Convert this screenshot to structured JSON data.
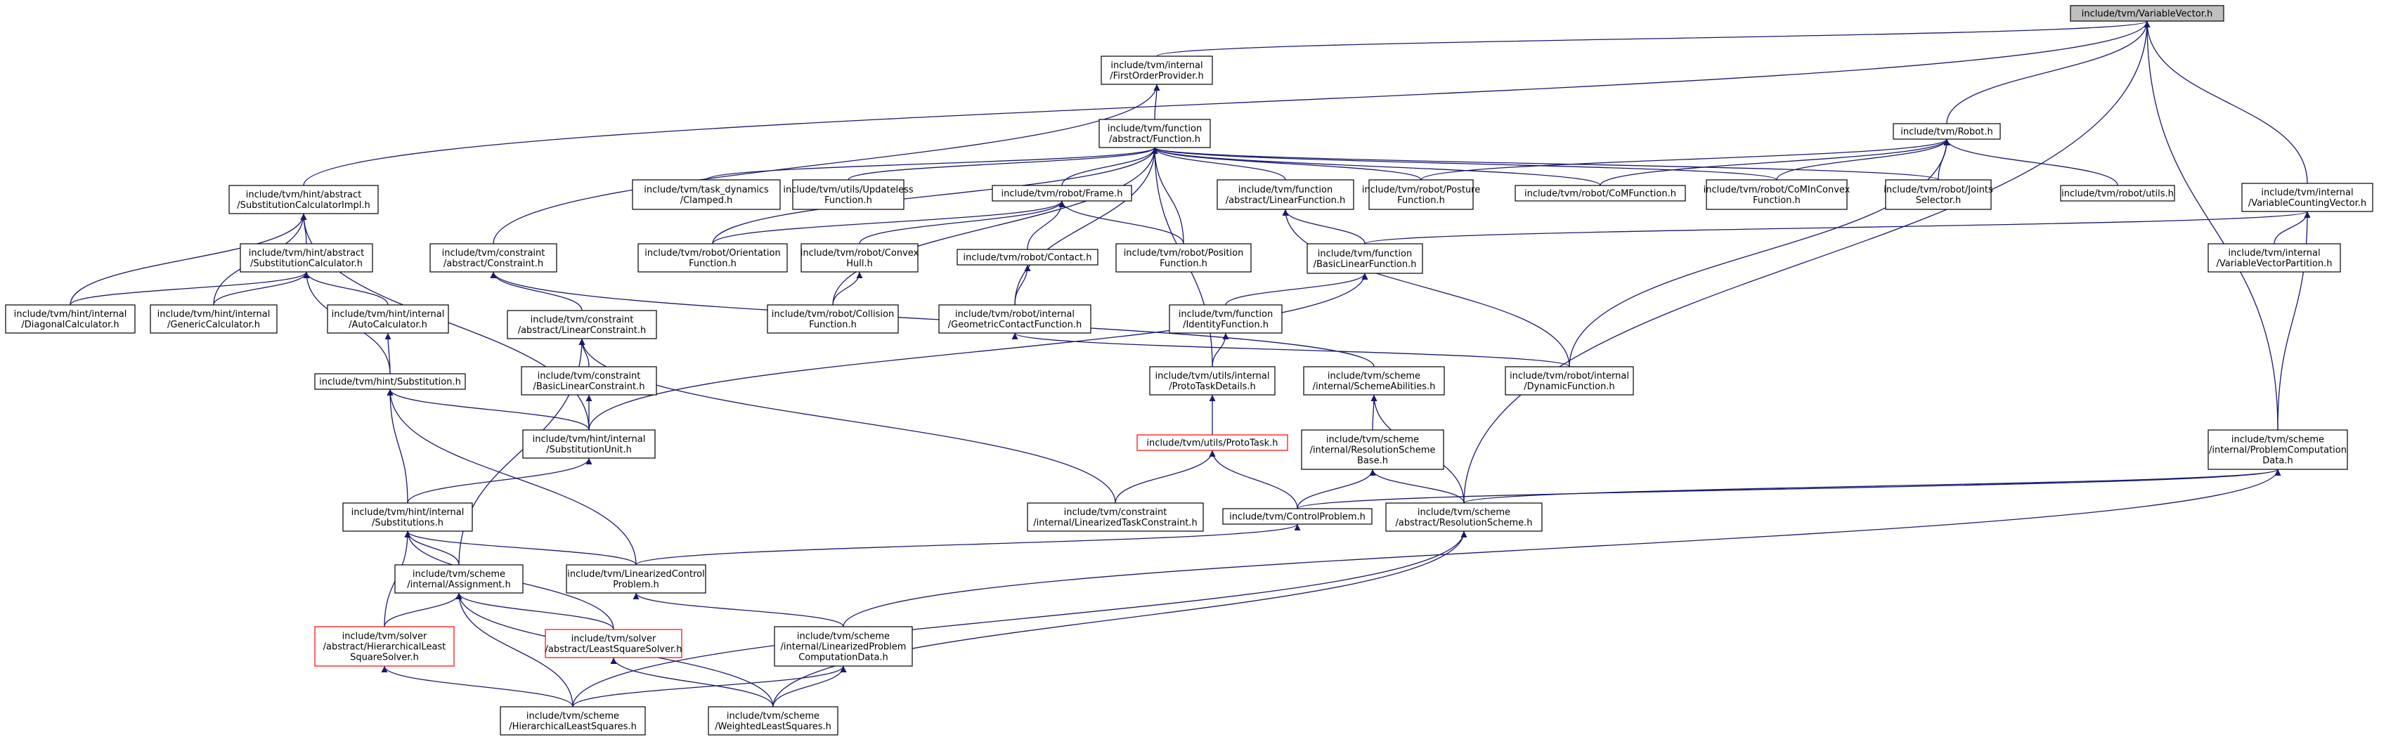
{
  "graph": {
    "title": "include/tvm/VariableVector.h",
    "colors": {
      "edge": "#191970",
      "root_fill": "#bfbfbf",
      "box_border": "#000000",
      "incomplete_border": "#ff0000"
    },
    "nodes": [
      {
        "id": "root",
        "lines": [
          "include/tvm/VariableVector.h"
        ]
      },
      {
        "id": "fop",
        "lines": [
          "include/tvm/internal",
          "/FirstOrderProvider.h"
        ]
      },
      {
        "id": "function",
        "lines": [
          "include/tvm/function",
          "/abstract/Function.h"
        ]
      },
      {
        "id": "robot",
        "lines": [
          "include/tvm/Robot.h"
        ]
      },
      {
        "id": "hintsubimpl",
        "lines": [
          "include/tvm/hint/abstract",
          "/SubstitutionCalculatorImpl.h"
        ]
      },
      {
        "id": "taskdyn",
        "lines": [
          "include/tvm/task_dynamics",
          "/Clamped.h"
        ]
      },
      {
        "id": "updateless",
        "lines": [
          "include/tvm/utils/Updateless",
          "Function.h"
        ]
      },
      {
        "id": "frame",
        "lines": [
          "include/tvm/robot/Frame.h"
        ]
      },
      {
        "id": "linearfunc",
        "lines": [
          "include/tvm/function",
          "/abstract/LinearFunction.h"
        ]
      },
      {
        "id": "posture",
        "lines": [
          "include/tvm/robot/Posture",
          "Function.h"
        ]
      },
      {
        "id": "com",
        "lines": [
          "include/tvm/robot/CoMFunction.h"
        ]
      },
      {
        "id": "comconvex",
        "lines": [
          "include/tvm/robot/CoMInConvex",
          "Function.h"
        ]
      },
      {
        "id": "joints",
        "lines": [
          "include/tvm/robot/Joints",
          "Selector.h"
        ]
      },
      {
        "id": "robotutils",
        "lines": [
          "include/tvm/robot/utils.h"
        ]
      },
      {
        "id": "varcount",
        "lines": [
          "include/tvm/internal",
          "/VariableCountingVector.h"
        ]
      },
      {
        "id": "subcalc",
        "lines": [
          "include/tvm/hint/abstract",
          "/SubstitutionCalculator.h"
        ]
      },
      {
        "id": "constraint",
        "lines": [
          "include/tvm/constraint",
          "/abstract/Constraint.h"
        ]
      },
      {
        "id": "orientation",
        "lines": [
          "include/tvm/robot/Orientation",
          "Function.h"
        ]
      },
      {
        "id": "convexhull",
        "lines": [
          "include/tvm/robot/Convex",
          "Hull.h"
        ]
      },
      {
        "id": "position",
        "lines": [
          "include/tvm/robot/Position",
          "Function.h"
        ]
      },
      {
        "id": "basiclinfunc",
        "lines": [
          "include/tvm/function",
          "/BasicLinearFunction.h"
        ]
      },
      {
        "id": "varpartition",
        "lines": [
          "include/tvm/internal",
          "/VariableVectorPartition.h"
        ]
      },
      {
        "id": "contact",
        "lines": [
          "include/tvm/robot/Contact.h"
        ]
      },
      {
        "id": "diagcalc",
        "lines": [
          "include/tvm/hint/internal",
          "/DiagonalCalculator.h"
        ]
      },
      {
        "id": "gencalc",
        "lines": [
          "include/tvm/hint/internal",
          "/GenericCalculator.h"
        ]
      },
      {
        "id": "autocalc",
        "lines": [
          "include/tvm/hint/internal",
          "/AutoCalculator.h"
        ]
      },
      {
        "id": "collision",
        "lines": [
          "include/tvm/robot/Collision",
          "Function.h"
        ]
      },
      {
        "id": "geomcontact",
        "lines": [
          "include/tvm/robot/internal",
          "/GeometricContactFunction.h"
        ]
      },
      {
        "id": "identity",
        "lines": [
          "include/tvm/function",
          "/IdentityFunction.h"
        ]
      },
      {
        "id": "linconstraint",
        "lines": [
          "include/tvm/constraint",
          "/abstract/LinearConstraint.h"
        ]
      },
      {
        "id": "substitution",
        "lines": [
          "include/tvm/hint/Substitution.h"
        ]
      },
      {
        "id": "basiclinconst",
        "lines": [
          "include/tvm/constraint",
          "/BasicLinearConstraint.h"
        ]
      },
      {
        "id": "prototaskdet",
        "lines": [
          "include/tvm/utils/internal",
          "/ProtoTaskDetails.h"
        ]
      },
      {
        "id": "schemeabil",
        "lines": [
          "include/tvm/scheme",
          "/internal/SchemeAbilities.h"
        ]
      },
      {
        "id": "dynfunc",
        "lines": [
          "include/tvm/robot/internal",
          "/DynamicFunction.h"
        ]
      },
      {
        "id": "subunit",
        "lines": [
          "include/tvm/hint/internal",
          "/SubstitutionUnit.h"
        ]
      },
      {
        "id": "prototask",
        "lines": [
          "include/tvm/utils/ProtoTask.h"
        ],
        "red": true
      },
      {
        "id": "resbase",
        "lines": [
          "include/tvm/scheme",
          "/internal/ResolutionScheme",
          "Base.h"
        ]
      },
      {
        "id": "probcomp",
        "lines": [
          "include/tvm/scheme",
          "/internal/ProblemComputation",
          "Data.h"
        ]
      },
      {
        "id": "substitutions",
        "lines": [
          "include/tvm/hint/internal",
          "/Substitutions.h"
        ]
      },
      {
        "id": "lintaskconst",
        "lines": [
          "include/tvm/constraint",
          "/internal/LinearizedTaskConstraint.h"
        ]
      },
      {
        "id": "controlprob",
        "lines": [
          "include/tvm/ControlProblem.h"
        ]
      },
      {
        "id": "resscheme",
        "lines": [
          "include/tvm/scheme",
          "/abstract/ResolutionScheme.h"
        ]
      },
      {
        "id": "assignment",
        "lines": [
          "include/tvm/scheme",
          "/internal/Assignment.h"
        ]
      },
      {
        "id": "linctrlprob",
        "lines": [
          "include/tvm/LinearizedControl",
          "Problem.h"
        ]
      },
      {
        "id": "hlsq",
        "lines": [
          "include/tvm/solver",
          "/abstract/HierarchicalLeast",
          "SquareSolver.h"
        ],
        "red": true
      },
      {
        "id": "lsq",
        "lines": [
          "include/tvm/solver",
          "/abstract/LeastSquareSolver.h"
        ],
        "red": true
      },
      {
        "id": "linprobcomp",
        "lines": [
          "include/tvm/scheme",
          "/internal/LinearizedProblem",
          "ComputationData.h"
        ]
      },
      {
        "id": "hierlsq",
        "lines": [
          "include/tvm/scheme",
          "/HierarchicalLeastSquares.h"
        ]
      },
      {
        "id": "wlsq",
        "lines": [
          "include/tvm/scheme",
          "/WeightedLeastSquares.h"
        ]
      }
    ]
  }
}
